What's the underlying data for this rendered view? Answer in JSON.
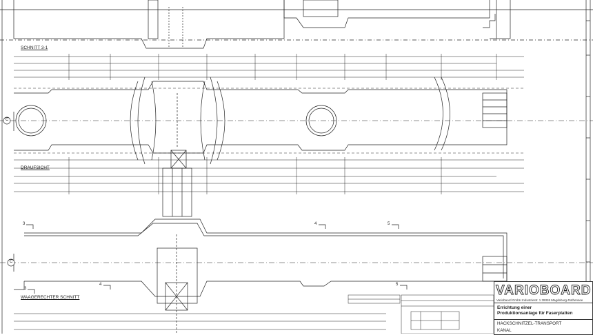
{
  "drawing": {
    "section_labels": {
      "section_top": "SCHNITT 3-1",
      "plan_view": "DRAUFSICHT",
      "horizontal_section": "WAAGERECHTER SCHNITT"
    },
    "axis_marker": "C",
    "section_marks": [
      "3",
      "3",
      "4",
      "4",
      "5",
      "5"
    ]
  },
  "title_block": {
    "logo": "VARIOBOARD",
    "company_line": "Variobaord GmbH   Industriestr. 1   39326 Magdeburg-Rothensee",
    "project_line_1": "Errichtung einer",
    "project_line_2": "Produktionsanlage für Faserplatten",
    "subject_line_1": "HACKSCHNITZEL-TRANSPORT",
    "subject_line_2": "KANAL"
  },
  "colors": {
    "line": "#222222",
    "paper": "#ffffff"
  }
}
